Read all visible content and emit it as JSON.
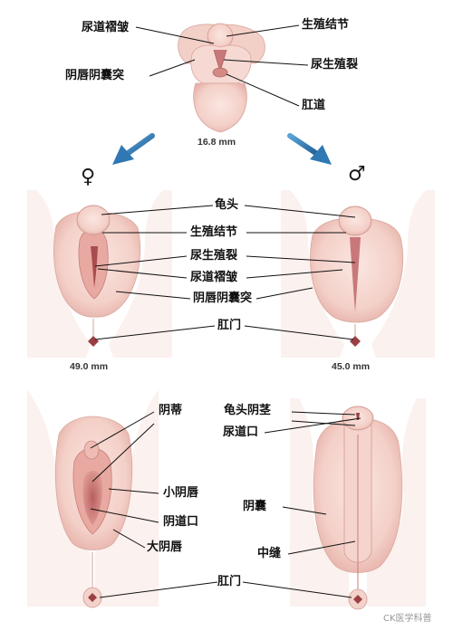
{
  "top": {
    "labels": {
      "urethral_folds": "尿道褶皱",
      "genital_tubercle": "生殖结节",
      "labioscrotal_swelling": "阴唇阴囊突",
      "urogenital_groove": "尿生殖裂",
      "anal_canal": "肛道"
    },
    "measurement": "16.8 mm"
  },
  "middle": {
    "female_symbol": "♀",
    "male_symbol": "♂",
    "labels": {
      "glans": "龟头",
      "genital_tubercle": "生殖结节",
      "urogenital_groove": "尿生殖裂",
      "urethral_folds": "尿道褶皱",
      "labioscrotal_swelling": "阴唇阴囊突",
      "anus": "肛门"
    },
    "measurement_female": "49.0 mm",
    "measurement_male": "45.0 mm"
  },
  "bottom": {
    "labels": {
      "clitoris": "阴蒂",
      "glans_penis": "龟头阴茎",
      "urethral_opening": "尿道口",
      "labia_minora": "小阴唇",
      "vaginal_opening": "阴道口",
      "labia_majora": "大阴唇",
      "scrotum": "阴囊",
      "raphe": "中缝",
      "anus": "肛门"
    }
  },
  "watermark": "CK医学科普",
  "colors": {
    "skin": "#f6d9d3",
    "skin_shadow": "#e8b3aa",
    "inner": "#d98c86",
    "arrow": "#2f78b3"
  }
}
